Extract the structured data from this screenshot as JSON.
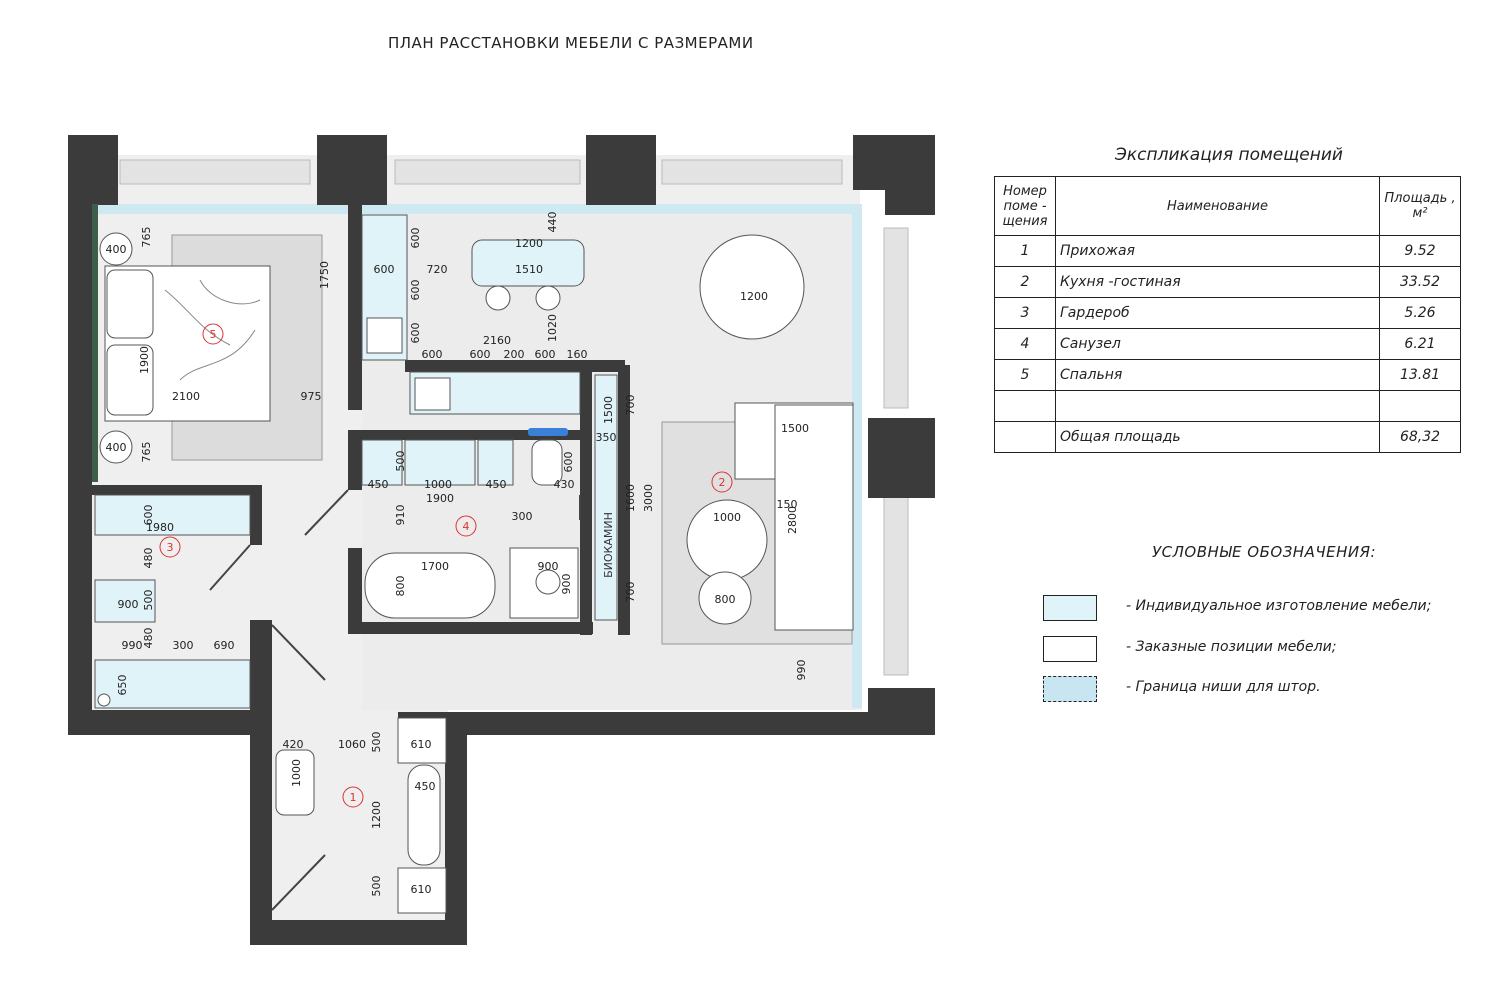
{
  "title": "ПЛАН РАССТАНОВКИ МЕБЕЛИ С РАЗМЕРАМИ",
  "explication": {
    "title": "Экспликация   помещений",
    "headers": {
      "number": [
        "Номер",
        "поме -",
        "щения"
      ],
      "name": "Наименование",
      "area": [
        "Площадь ,",
        "м²"
      ]
    },
    "rows": [
      {
        "num": "1",
        "name": "Прихожая",
        "area": "9.52"
      },
      {
        "num": "2",
        "name": "Кухня -гостиная",
        "area": "33.52"
      },
      {
        "num": "3",
        "name": "Гардероб",
        "area": "5.26"
      },
      {
        "num": "4",
        "name": "Санузел",
        "area": "6.21"
      },
      {
        "num": "5",
        "name": "Спальня",
        "area": "13.81"
      },
      {
        "num": "",
        "name": "",
        "area": ""
      }
    ],
    "total": {
      "name": "Общая площадь",
      "area": "68,32"
    }
  },
  "legend": {
    "title": "УСЛОВНЫЕ ОБОЗНАЧЕНИЯ:",
    "items": [
      {
        "label": "- Индивидуальное изготовление мебели;",
        "color": "#dff3f8"
      },
      {
        "label": "- Заказные позиции мебели;",
        "color": "#ffffff"
      },
      {
        "label": "- Граница ниши для штор.",
        "color": "#c7e6f2"
      }
    ]
  },
  "plan": {
    "room_numbers": [
      "1",
      "2",
      "3",
      "4",
      "5"
    ],
    "fireplace_label": "БИОКАМИН",
    "dimensions": {
      "bedroom": [
        "765",
        "400",
        "1750",
        "1900",
        "2100",
        "975",
        "400",
        "765"
      ],
      "kitchen_col": [
        "600",
        "600",
        "720",
        "600",
        "600"
      ],
      "table": [
        "1200",
        "1510",
        "440",
        "1020"
      ],
      "kitchen_row": [
        "2160",
        "600",
        "600",
        "200",
        "600",
        "160"
      ],
      "dining": [
        "1200"
      ],
      "living": [
        "1500",
        "2800",
        "150",
        "1000",
        "800",
        "990"
      ],
      "fireplace": [
        "1500",
        "350",
        "700",
        "1600",
        "3000",
        "700"
      ],
      "bathroom": [
        "500",
        "1000",
        "450",
        "450",
        "600",
        "430",
        "1900",
        "300",
        "910",
        "1700",
        "800",
        "900",
        "900"
      ],
      "wardrobe": [
        "1980",
        "600",
        "480",
        "900",
        "500",
        "990",
        "480",
        "300",
        "690",
        "650"
      ],
      "hall": [
        "420",
        "1060",
        "500",
        "610",
        "1000",
        "450",
        "1200",
        "500",
        "610"
      ]
    }
  }
}
